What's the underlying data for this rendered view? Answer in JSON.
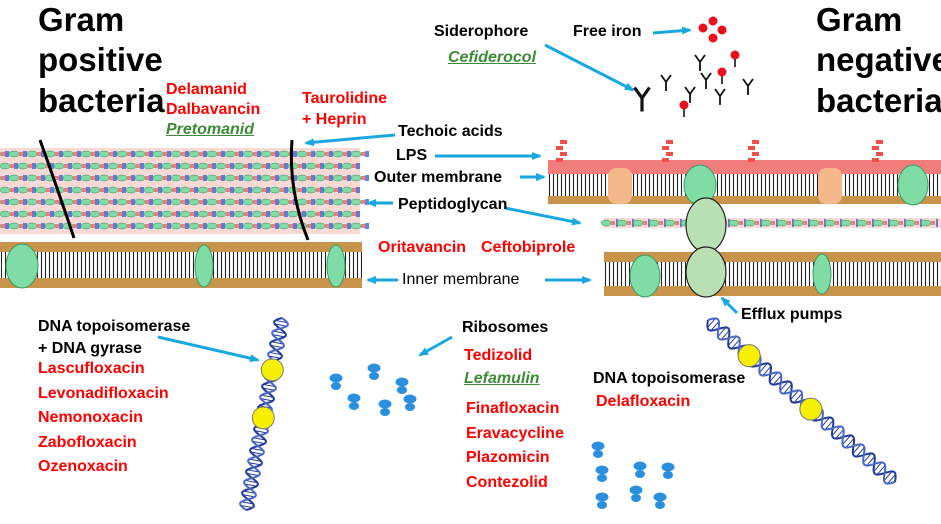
{
  "titles": {
    "gram_positive": [
      "Gram",
      "positive",
      "bacteria"
    ],
    "gram_negative": [
      "Gram",
      "negative",
      "bacteria"
    ]
  },
  "labels": {
    "siderophore": "Siderophore",
    "free_iron": "Free iron",
    "techoic_acids": "Techoic  acids",
    "lps": "LPS",
    "outer_membrane": "Outer membrane",
    "peptidoglycan": "Peptidoglycan",
    "inner_membrane": "Inner membrane",
    "efflux_pumps": "Efflux pumps",
    "dna_topo_gyrase": [
      "DNA topoisomerase",
      "+ DNA gyrase"
    ],
    "ribosomes": "Ribosomes",
    "dna_topo": "DNA topoisomerase"
  },
  "drugs": {
    "cefiderocol": "Cefiderocol",
    "cell_wall_gp": [
      "Delamanid",
      "Dalbavancin"
    ],
    "pretomanid": "Pretomanid",
    "taurolidine": [
      "Taurolidine",
      "+ Heprin"
    ],
    "oritavancin": "Oritavancin",
    "ceftobiprole": "Ceftobiprole",
    "quinolones_gp": [
      "Lascufloxacin",
      "Levonadifloxacin",
      "Nemonoxacin",
      "Zabofloxacin",
      "Ozenoxacin"
    ],
    "tedizolid": "Tedizolid",
    "lefamulin": "Lefamulin",
    "ribosome_drugs": [
      "Finafloxacin",
      "Eravacycline",
      "Plazomicin",
      "Contezolid"
    ],
    "delafloxacin": "Delafloxacin"
  },
  "colors": {
    "drug_red": "#ff0000",
    "novel_green": "#3d8b37",
    "arrow_blue": "#1aa7e0",
    "membrane_brown": "#c8934a",
    "lps_pink": "#f07c7c",
    "protein_green": "#7fdca4",
    "iron_red": "#e8101a",
    "ribosome_blue": "#2b8fe0",
    "dna_navy": "#223a9a",
    "dna_yellow": "#f6f000"
  },
  "icons": [
    "arrow-icon",
    "siderophore-icon",
    "iron-icon",
    "dna-helix-icon",
    "ribosome-icon",
    "porin-icon",
    "lps-icon"
  ]
}
